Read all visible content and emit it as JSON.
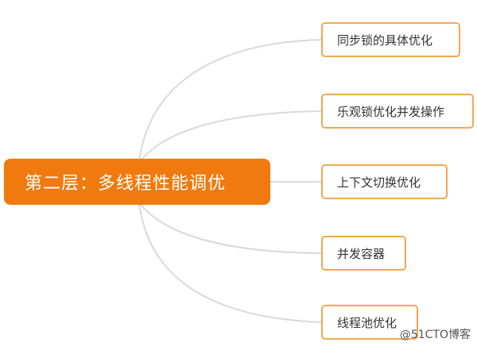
{
  "root": {
    "label": "第二层：多线程性能调优",
    "color": "#F07A0E",
    "text_color": "#FFFFFF"
  },
  "children": [
    {
      "label": "同步锁的具体优化"
    },
    {
      "label": "乐观锁优化并发操作"
    },
    {
      "label": "上下文切换优化"
    },
    {
      "label": "并发容器"
    },
    {
      "label": "线程池优化"
    }
  ],
  "style": {
    "child_border_color": "#F2A94C",
    "connector_color": "#D9D9D9"
  },
  "watermark": "@51CTO博客"
}
